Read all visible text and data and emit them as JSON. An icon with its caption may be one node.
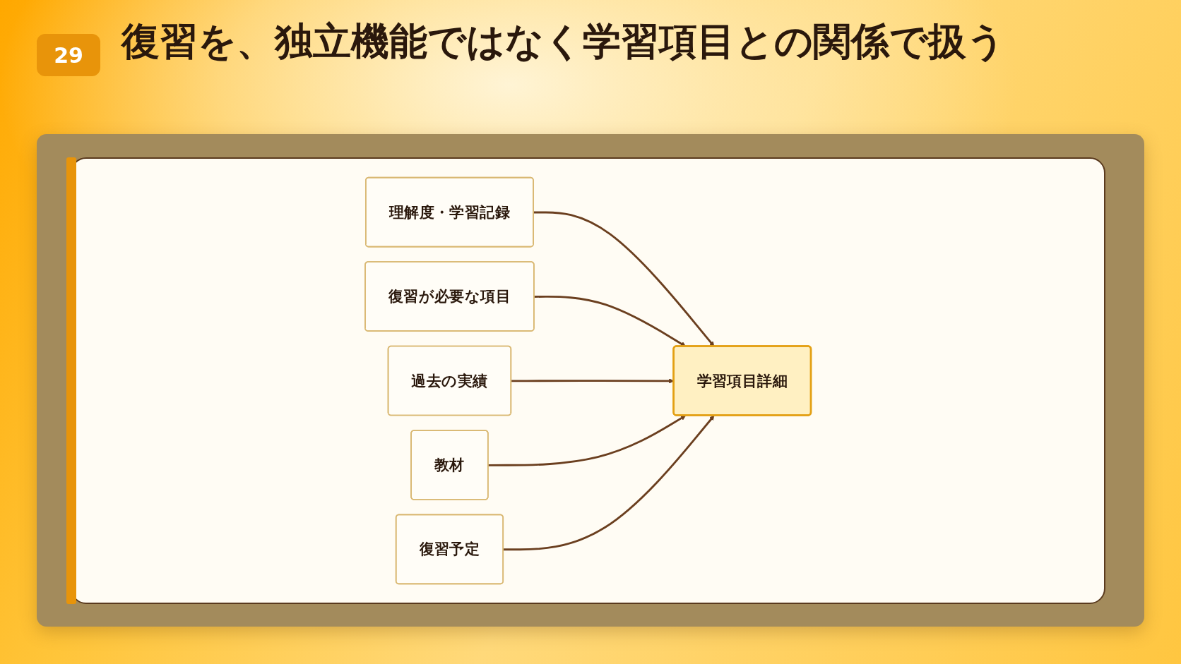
{
  "diagram": {
    "title": "復習を、独立機能ではなく学習項目との関係で扱う",
    "nodes": [
      {
        "text": [
          "理解度・学習記録"
        ]
      },
      {
        "text": [
          "復習が必要な項目"
        ]
      },
      {
        "text": [
          "過去の実績"
        ]
      },
      {
        "text": [
          "教材"
        ]
      },
      {
        "text": [
          "復習予定"
        ]
      },
      {
        "text": [
          "学習項目詳細"
        ]
      }
    ],
    "edges": [
      {
        "from": 0,
        "to": 5,
        "arrow": "to"
      },
      {
        "from": 1,
        "to": 5,
        "arrow": "to"
      },
      {
        "from": 2,
        "to": 5,
        "arrow": "to"
      },
      {
        "from": 3,
        "to": 5,
        "arrow": "to"
      },
      {
        "from": 4,
        "to": 5,
        "arrow": "to"
      }
    ],
    "labels": [
      "29"
    ]
  }
}
